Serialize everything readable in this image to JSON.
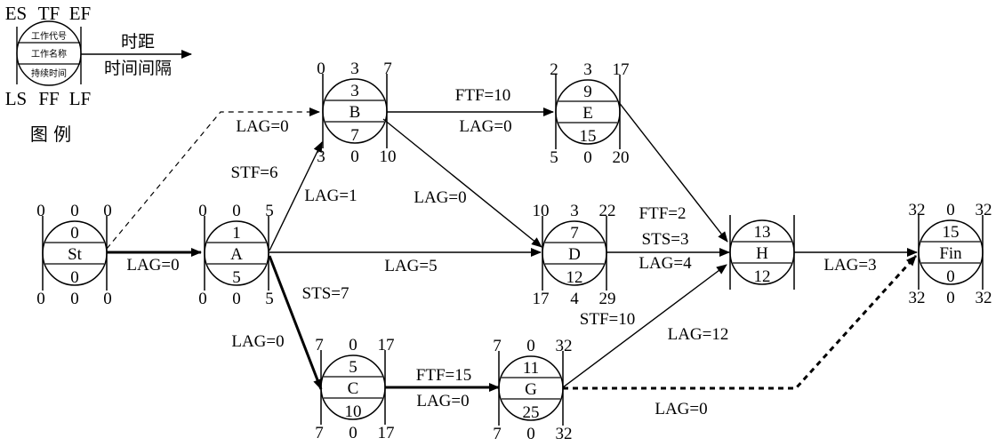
{
  "legend": {
    "top_labels": [
      "ES",
      "TF",
      "EF"
    ],
    "bottom_labels": [
      "LS",
      "FF",
      "LF"
    ],
    "node_fields": [
      "工作代号",
      "工作名称",
      "持续时间"
    ],
    "arrow_label_top": "时距",
    "arrow_label_bottom": "时间间隔",
    "caption": "图 例"
  },
  "nodes": [
    {
      "id": "St",
      "code": "0",
      "name": "St",
      "duration": "0",
      "top": [
        "0",
        "0",
        "0"
      ],
      "bottom": [
        "0",
        "0",
        "0"
      ]
    },
    {
      "id": "A",
      "code": "1",
      "name": "A",
      "duration": "5",
      "top": [
        "0",
        "0",
        "5"
      ],
      "bottom": [
        "0",
        "0",
        "5"
      ]
    },
    {
      "id": "B",
      "code": "3",
      "name": "B",
      "duration": "7",
      "top": [
        "0",
        "3",
        "7"
      ],
      "bottom": [
        "3",
        "0",
        "10"
      ]
    },
    {
      "id": "C",
      "code": "5",
      "name": "C",
      "duration": "10",
      "top": [
        "7",
        "0",
        "17"
      ],
      "bottom": [
        "7",
        "0",
        "17"
      ]
    },
    {
      "id": "D",
      "code": "7",
      "name": "D",
      "duration": "12",
      "top": [
        "10",
        "3",
        "22"
      ],
      "bottom": [
        "17",
        "4",
        "29"
      ]
    },
    {
      "id": "E",
      "code": "9",
      "name": "E",
      "duration": "15",
      "top": [
        "2",
        "3",
        "17"
      ],
      "bottom": [
        "5",
        "0",
        "20"
      ]
    },
    {
      "id": "G",
      "code": "11",
      "name": "G",
      "duration": "25",
      "top": [
        "7",
        "0",
        "32"
      ],
      "bottom": [
        "7",
        "0",
        "32"
      ]
    },
    {
      "id": "H",
      "code": "13",
      "name": "H",
      "duration": "12",
      "top": [],
      "bottom": []
    },
    {
      "id": "Fin",
      "code": "15",
      "name": "Fin",
      "duration": "0",
      "top": [
        "32",
        "0",
        "32"
      ],
      "bottom": [
        "32",
        "0",
        "32"
      ]
    }
  ],
  "edges": [
    {
      "from": "St",
      "to": "A",
      "style": "critical",
      "labels": [
        "LAG=0"
      ]
    },
    {
      "from": "St",
      "to": "B",
      "style": "dashed",
      "labels": [
        "LAG=0"
      ]
    },
    {
      "from": "A",
      "to": "B",
      "style": "normal",
      "labels": [
        "STF=6",
        "LAG=1"
      ]
    },
    {
      "from": "A",
      "to": "D",
      "style": "normal",
      "labels": [
        "LAG=5"
      ]
    },
    {
      "from": "A",
      "to": "C",
      "style": "critical",
      "labels": [
        "STS=7",
        "LAG=0"
      ]
    },
    {
      "from": "B",
      "to": "E",
      "style": "normal",
      "labels": [
        "FTF=10",
        "LAG=0"
      ]
    },
    {
      "from": "B",
      "to": "D",
      "style": "normal",
      "labels": [
        "LAG=0"
      ]
    },
    {
      "from": "C",
      "to": "G",
      "style": "critical",
      "labels": [
        "FTF=15",
        "LAG=0"
      ]
    },
    {
      "from": "D",
      "to": "H",
      "style": "normal",
      "labels": [
        "FTF=2",
        "STS=3",
        "LAG=4"
      ]
    },
    {
      "from": "E",
      "to": "H",
      "style": "normal",
      "labels": []
    },
    {
      "from": "G",
      "to": "H",
      "style": "normal",
      "labels": [
        "STF=10",
        "LAG=12"
      ]
    },
    {
      "from": "G",
      "to": "Fin",
      "style": "critical-dashed",
      "labels": [
        "LAG=0"
      ]
    },
    {
      "from": "H",
      "to": "Fin",
      "style": "normal",
      "labels": [
        "LAG=3"
      ]
    }
  ]
}
